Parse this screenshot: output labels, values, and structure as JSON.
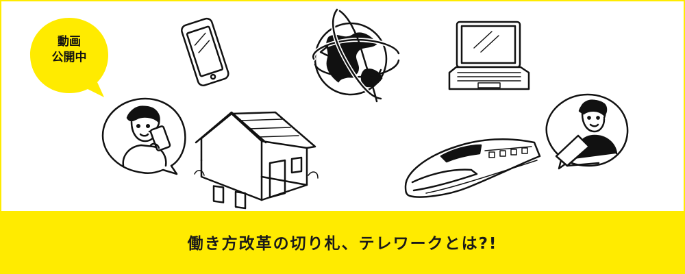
{
  "badge": {
    "line1": "動画",
    "line2": "公開中"
  },
  "caption": "働き方改革の切り札、テレワークとは?!",
  "colors": {
    "accent": "#FFEB00",
    "ink": "#1a1a1a",
    "background": "#ffffff"
  },
  "icons": [
    "smartphone-icon",
    "globe-icon",
    "laptop-icon",
    "woman-phone-bubble-icon",
    "house-icon",
    "bullet-train-icon",
    "man-laptop-bubble-icon"
  ]
}
